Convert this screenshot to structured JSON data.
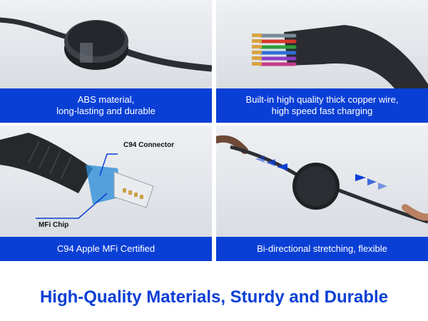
{
  "panels": [
    {
      "caption_lines": [
        "ABS material,",
        "long-lasting and durable"
      ]
    },
    {
      "caption_lines": [
        "Built-in high quality thick copper wire,",
        "high speed fast charging"
      ]
    },
    {
      "caption_lines": [
        "C94 Apple MFi Certified"
      ],
      "labels": {
        "connector": "C94 Connector",
        "chip": "MFi Chip"
      }
    },
    {
      "caption_lines": [
        "Bi-directional stretching, flexible"
      ]
    }
  ],
  "headline": "High-Quality Materials, Sturdy and Durable",
  "colors": {
    "brand_blue": "#0a3fd6",
    "background": "#ffffff"
  }
}
